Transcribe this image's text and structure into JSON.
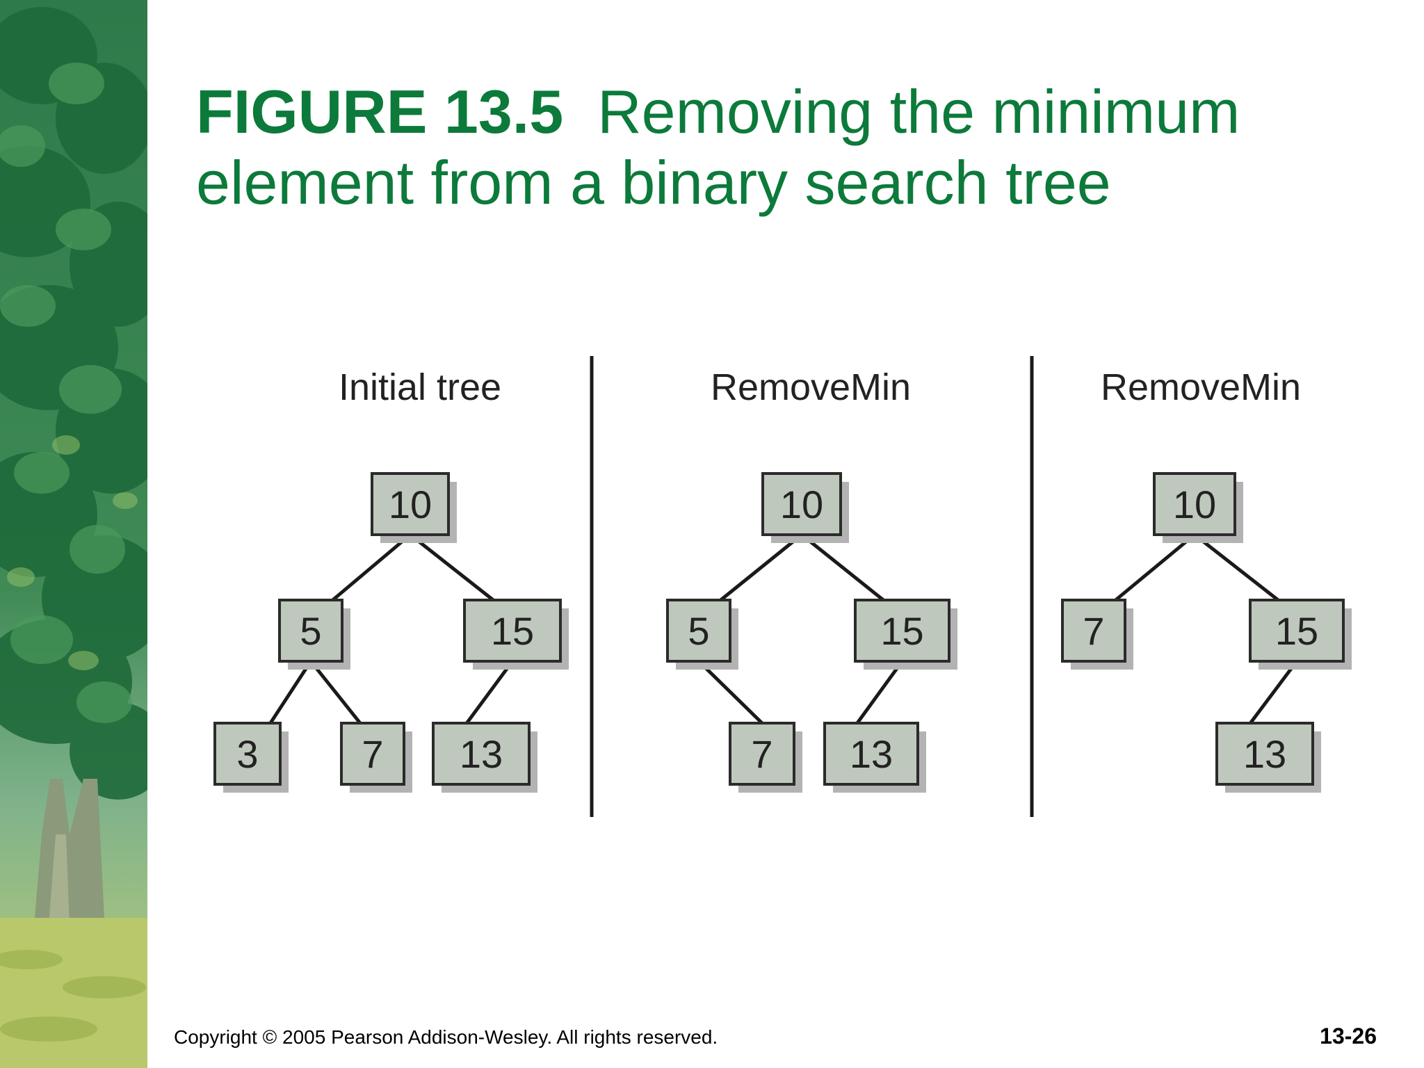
{
  "slide": {
    "title_label": "FIGURE 13.5",
    "title_text": "Removing the minimum element from a binary search tree",
    "copyright": "Copyright © 2005 Pearson Addison-Wesley. All rights reserved.",
    "page_number": "13-26"
  },
  "colors": {
    "title": "#0c7a3a",
    "node_fill": "#bfc8bc",
    "node_border": "#2b2b2b",
    "node_shadow": "#b3b3b3",
    "edge": "#1a1a1a",
    "divider": "#1a1a1a"
  },
  "panels": [
    {
      "title": "Initial tree",
      "nodes": [
        {
          "id": "n10",
          "label": "10"
        },
        {
          "id": "n5",
          "label": "5"
        },
        {
          "id": "n15",
          "label": "15"
        },
        {
          "id": "n3",
          "label": "3"
        },
        {
          "id": "n7",
          "label": "7"
        },
        {
          "id": "n13",
          "label": "13"
        }
      ],
      "edges": [
        [
          "n10",
          "n5"
        ],
        [
          "n10",
          "n15"
        ],
        [
          "n5",
          "n3"
        ],
        [
          "n5",
          "n7"
        ],
        [
          "n15",
          "n13"
        ]
      ]
    },
    {
      "title": "RemoveMin",
      "nodes": [
        {
          "id": "n10",
          "label": "10"
        },
        {
          "id": "n5",
          "label": "5"
        },
        {
          "id": "n15",
          "label": "15"
        },
        {
          "id": "n7",
          "label": "7"
        },
        {
          "id": "n13",
          "label": "13"
        }
      ],
      "edges": [
        [
          "n10",
          "n5"
        ],
        [
          "n10",
          "n15"
        ],
        [
          "n5",
          "n7"
        ],
        [
          "n15",
          "n13"
        ]
      ]
    },
    {
      "title": "RemoveMin",
      "nodes": [
        {
          "id": "n10",
          "label": "10"
        },
        {
          "id": "n7",
          "label": "7"
        },
        {
          "id": "n15",
          "label": "15"
        },
        {
          "id": "n13",
          "label": "13"
        }
      ],
      "edges": [
        [
          "n10",
          "n7"
        ],
        [
          "n10",
          "n15"
        ],
        [
          "n15",
          "n13"
        ]
      ]
    }
  ]
}
